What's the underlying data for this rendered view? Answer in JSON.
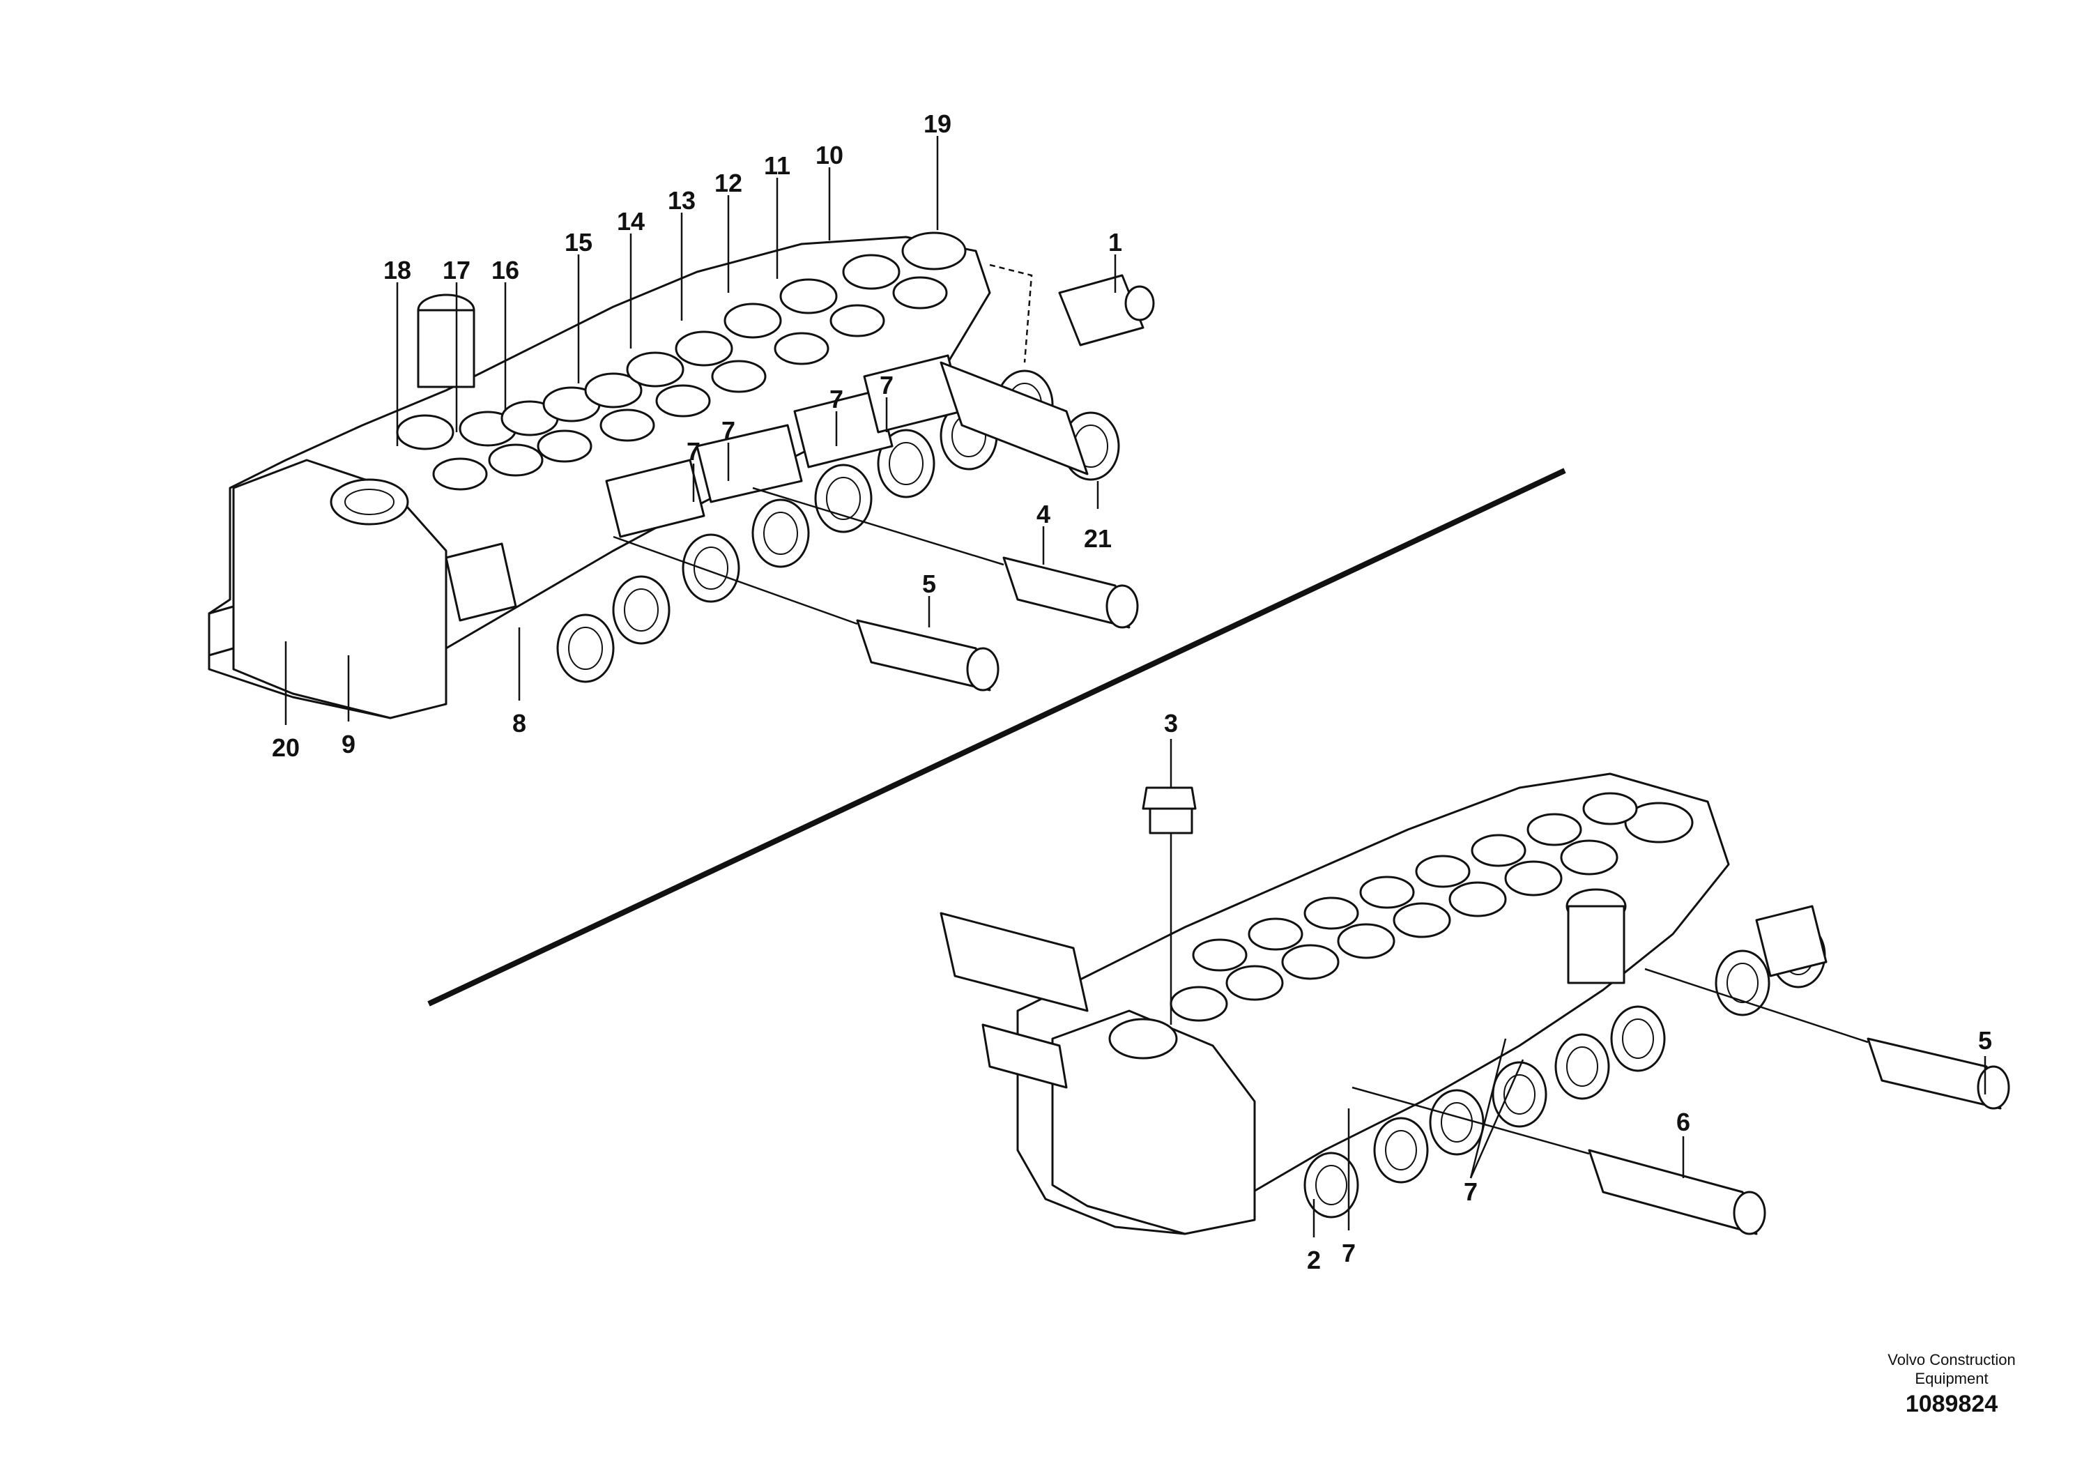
{
  "drawing": {
    "upper_assembly": {
      "labels": [
        "19",
        "10",
        "11",
        "12",
        "13",
        "14",
        "15",
        "16",
        "17",
        "18",
        "1",
        "7",
        "7",
        "7",
        "7",
        "21",
        "4",
        "5",
        "8",
        "9",
        "20"
      ]
    },
    "lower_assembly": {
      "labels": [
        "3",
        "5",
        "6",
        "7",
        "2",
        "7"
      ]
    }
  },
  "footer": {
    "brand_line1": "Volvo Construction",
    "brand_line2": "Equipment",
    "document_number": "1089824"
  }
}
